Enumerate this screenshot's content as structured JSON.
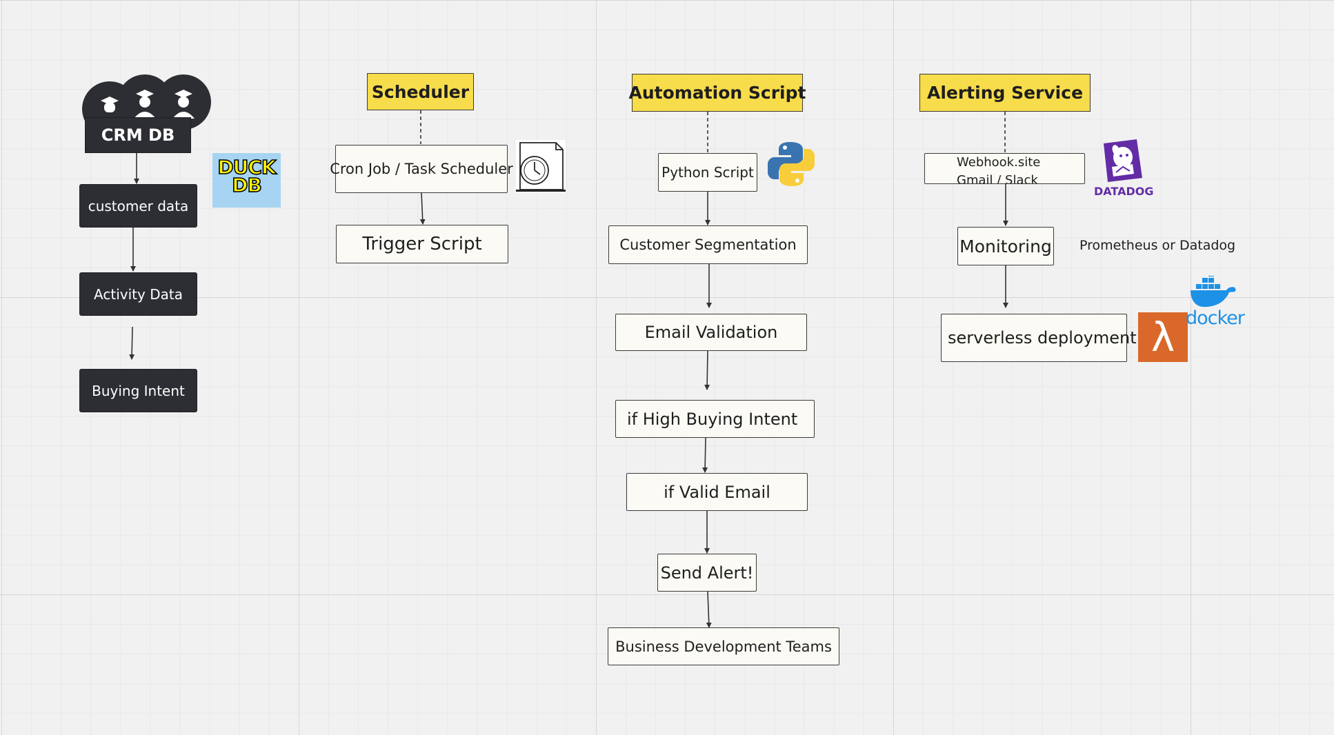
{
  "columns": {
    "crm": {
      "title": "CRM DB",
      "items": [
        "customer data",
        "Activity Data",
        "Buying Intent"
      ]
    },
    "scheduler": {
      "title": "Scheduler",
      "items": [
        "Cron Job / Task Scheduler",
        "Trigger Script"
      ]
    },
    "automation": {
      "title": "Automation Script",
      "items": [
        "Python Script",
        "Customer Segmentation",
        "Email Validation",
        "if High Buying Intent",
        "if Valid Email",
        "Send Alert!",
        "Business Development Teams"
      ]
    },
    "alerting": {
      "title": "Alerting Service",
      "webhook_line1": "Webhook.site",
      "webhook_line2": "Gmail / Slack",
      "monitoring": "Monitoring",
      "monitoring_note": "Prometheus or Datadog",
      "deployment": "serverless deployment"
    }
  },
  "logos": {
    "duckdb_line1": "DUCK",
    "duckdb_line2": "DB",
    "datadog": "DATADOG",
    "docker": "docker",
    "lambda": "λ"
  },
  "colors": {
    "header_fill": "#f7dc4b",
    "dark_box": "#2d2e33",
    "light_box": "#fbfaf4",
    "datadog_purple": "#632ca6",
    "docker_blue": "#1d91e6",
    "lambda_orange": "#d9682a",
    "duckdb_bg": "#a6d4f2",
    "duckdb_yellow": "#fff100"
  }
}
